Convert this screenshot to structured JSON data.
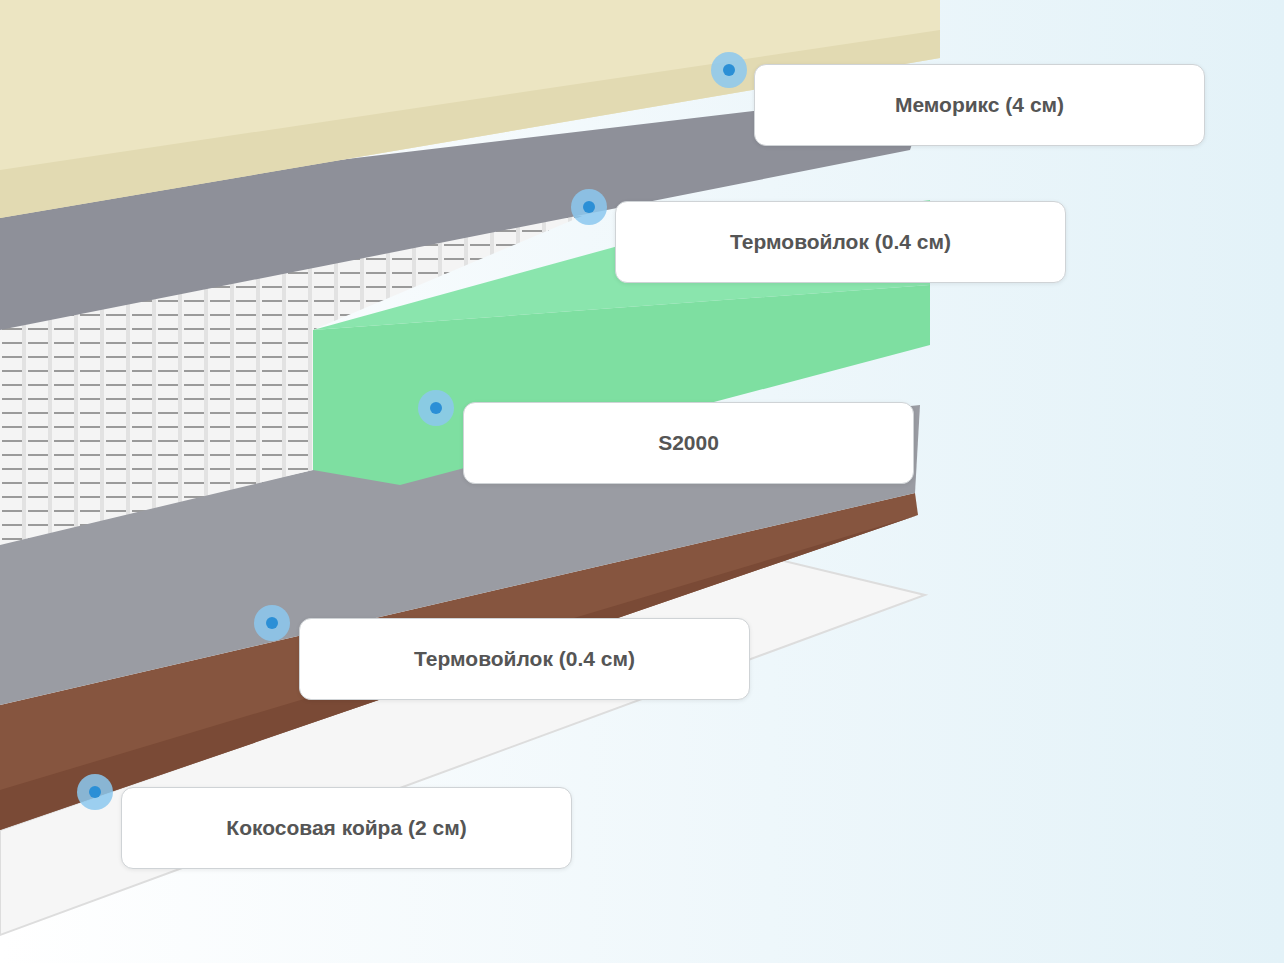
{
  "diagram": {
    "nodes": [
      {
        "text": [
          "Мемори­кс (4 см)"
        ]
      },
      {
        "text": [
          "Термовойлок (0.4 см)"
        ]
      },
      {
        "text": [
          "S2000"
        ]
      },
      {
        "text": [
          "Термовойлок (0.4 см)"
        ]
      },
      {
        "text": [
          "Кокосовая койра (2 см)"
        ]
      }
    ]
  }
}
